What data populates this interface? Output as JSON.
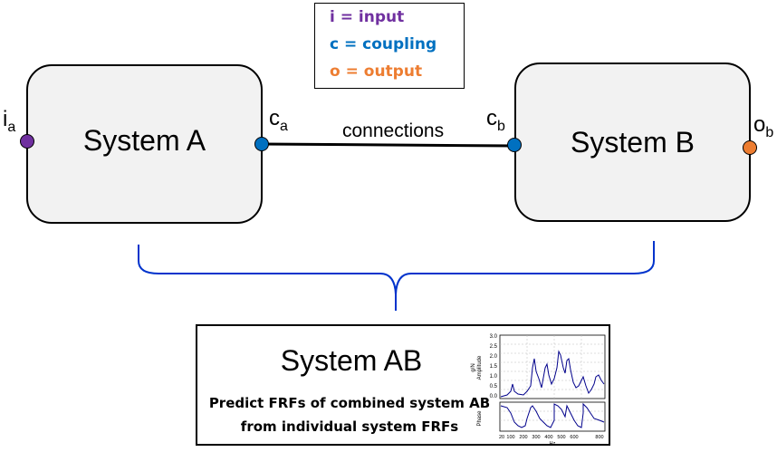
{
  "legend": {
    "input": {
      "text": "i = input",
      "color": "#7030a0"
    },
    "coupling": {
      "text": "c = coupling",
      "color": "#0070c0"
    },
    "output": {
      "text": "o = output",
      "color": "#ed7d31"
    }
  },
  "system_a": {
    "label": "System A",
    "input_port": {
      "letter": "i",
      "sub": "a",
      "color": "#7030a0"
    },
    "coupling_port": {
      "letter": "c",
      "sub": "a",
      "color": "#0070c0"
    }
  },
  "system_b": {
    "label": "System B",
    "coupling_port": {
      "letter": "c",
      "sub": "b",
      "color": "#0070c0"
    },
    "output_port": {
      "letter": "o",
      "sub": "b",
      "color": "#ed7d31"
    }
  },
  "connection": {
    "label": "connections"
  },
  "bracket": {
    "color": "#0033cc"
  },
  "system_ab": {
    "title": "System AB",
    "desc_line1": "Predict FRFs of combined system AB",
    "desc_line2": "from individual system FRFs"
  },
  "frf_plot": {
    "amp_ylabel": "Amplitude",
    "amp_unit": "g/N",
    "phase_ylabel": "Phase",
    "xlabel": "Hz",
    "amp_ticks": [
      "3.0",
      "2.5",
      "2.0",
      "1.5",
      "1.0",
      "0.5",
      "0.0"
    ],
    "x_ticks": [
      "20",
      "100",
      "200",
      "300",
      "400",
      "500",
      "600",
      "800"
    ],
    "line_color": "#00008b"
  }
}
